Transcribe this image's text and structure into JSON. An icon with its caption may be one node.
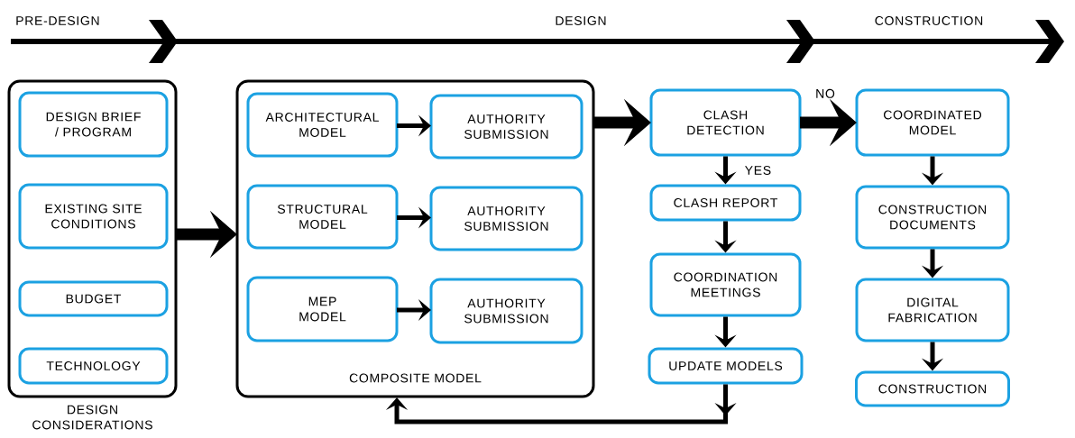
{
  "diagram": {
    "nodes": [
      {
        "text": [
          "DESIGN CONSIDERATIONS"
        ]
      },
      {
        "text": [
          "DESIGN BRIEF / PROGRAM"
        ],
        "in": 0
      },
      {
        "text": [
          "EXISTING SITE CONDITIONS"
        ],
        "in": 0
      },
      {
        "text": [
          "BUDGET"
        ],
        "in": 0
      },
      {
        "text": [
          "TECHNOLOGY"
        ],
        "in": 0
      },
      {
        "text": [
          "COMPOSITE MODEL"
        ]
      },
      {
        "text": [
          "ARCHITECTURAL MODEL"
        ],
        "in": 5
      },
      {
        "text": [
          "AUTHORITY SUBMISSION"
        ],
        "in": 5
      },
      {
        "text": [
          "STRUCTURAL MODEL"
        ],
        "in": 5
      },
      {
        "text": [
          "AUTHORITY SUBMISSION"
        ],
        "in": 5
      },
      {
        "text": [
          "MEP MODEL"
        ],
        "in": 5
      },
      {
        "text": [
          "AUTHORITY SUBMISSION"
        ],
        "in": 5
      },
      {
        "text": [
          "CLASH DETECTION"
        ]
      },
      {
        "text": [
          "CLASH REPORT"
        ]
      },
      {
        "text": [
          "COORDINATION MEETINGS"
        ]
      },
      {
        "text": [
          "UPDATE MODELS"
        ]
      },
      {
        "text": [
          "COORDINATED MODEL"
        ]
      },
      {
        "text": [
          "CONSTRUCTION DOCUMENTS"
        ]
      },
      {
        "text": [
          "DIGITAL FABRICATION"
        ]
      },
      {
        "text": [
          "CONSTRUCTION"
        ]
      }
    ],
    "edges": [
      {
        "from": 0,
        "to": 5,
        "arrow": "to",
        "style": "thick"
      },
      {
        "from": 6,
        "to": 7,
        "arrow": "to"
      },
      {
        "from": 8,
        "to": 9,
        "arrow": "to"
      },
      {
        "from": 10,
        "to": 11,
        "arrow": "to"
      },
      {
        "from": 5,
        "to": 12,
        "arrow": "to",
        "style": "thick"
      },
      {
        "from": 12,
        "to": 16,
        "arrow": "to",
        "style": "thick",
        "label": "NO"
      },
      {
        "from": 12,
        "to": 13,
        "arrow": "to",
        "label": "YES"
      },
      {
        "from": 13,
        "to": 14,
        "arrow": "to"
      },
      {
        "from": 14,
        "to": 15,
        "arrow": "to"
      },
      {
        "from": 15,
        "to": 5,
        "arrow": "to"
      },
      {
        "from": 16,
        "to": 17,
        "arrow": "to"
      },
      {
        "from": 17,
        "to": 18,
        "arrow": "to"
      },
      {
        "from": 18,
        "to": 19,
        "arrow": "to"
      }
    ],
    "labels": [
      "PRE-DESIGN",
      "DESIGN",
      "CONSTRUCTION"
    ]
  }
}
